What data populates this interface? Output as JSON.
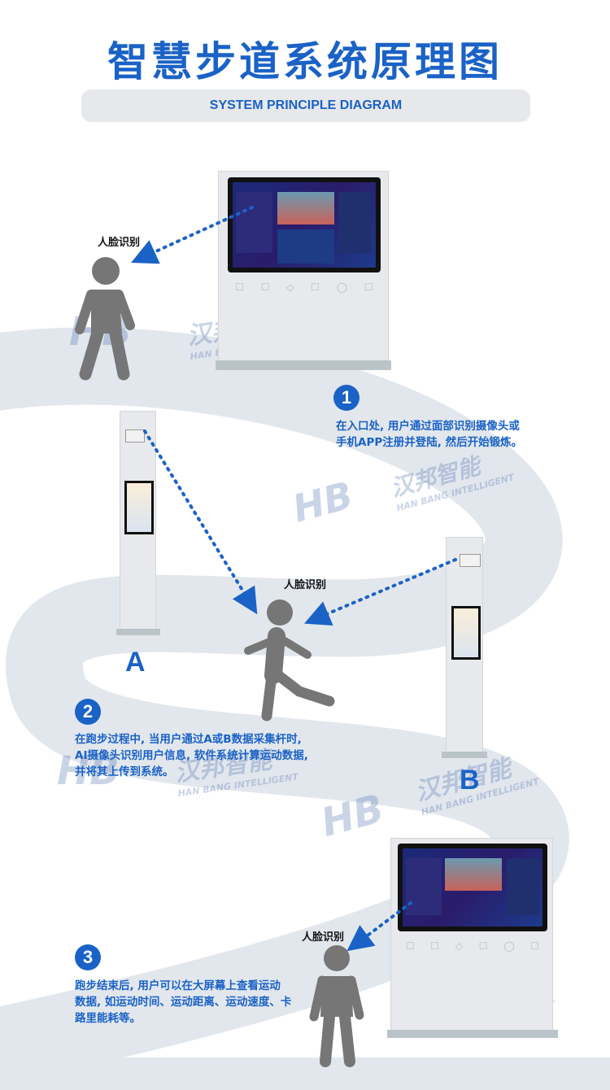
{
  "header": {
    "title": "智慧步道系统原理图",
    "subtitle": "SYSTEM PRINCIPLE DIAGRAM"
  },
  "labels": {
    "face_recognition": "人脸识别",
    "pole_a": "A",
    "pole_b": "B"
  },
  "steps": [
    {
      "number": "1",
      "lines": [
        "在入口处, 用户通过面部识别摄像头或",
        "手机APP注册并登陆, 然后开始锻炼。"
      ]
    },
    {
      "number": "2",
      "lines": [
        "在跑步过程中, 当用户通过A或B数据采集杆时,",
        "AI摄像头识别用户信息, 软件系统计算运动数据,",
        "并将其上传到系统。"
      ]
    },
    {
      "number": "3",
      "lines": [
        "跑步结束后, 用户可以在大屏幕上查看运动",
        "数据, 如运动时间、运动距离、运动速度、卡",
        "路里能耗等。"
      ]
    }
  ],
  "watermark": {
    "cn": "汉邦智能",
    "en": "HAN BANG INTELLIGENT",
    "logo": "HB"
  },
  "colors": {
    "accent": "#1a62c6",
    "path": "#e2e7ed",
    "figure": "#767676"
  }
}
